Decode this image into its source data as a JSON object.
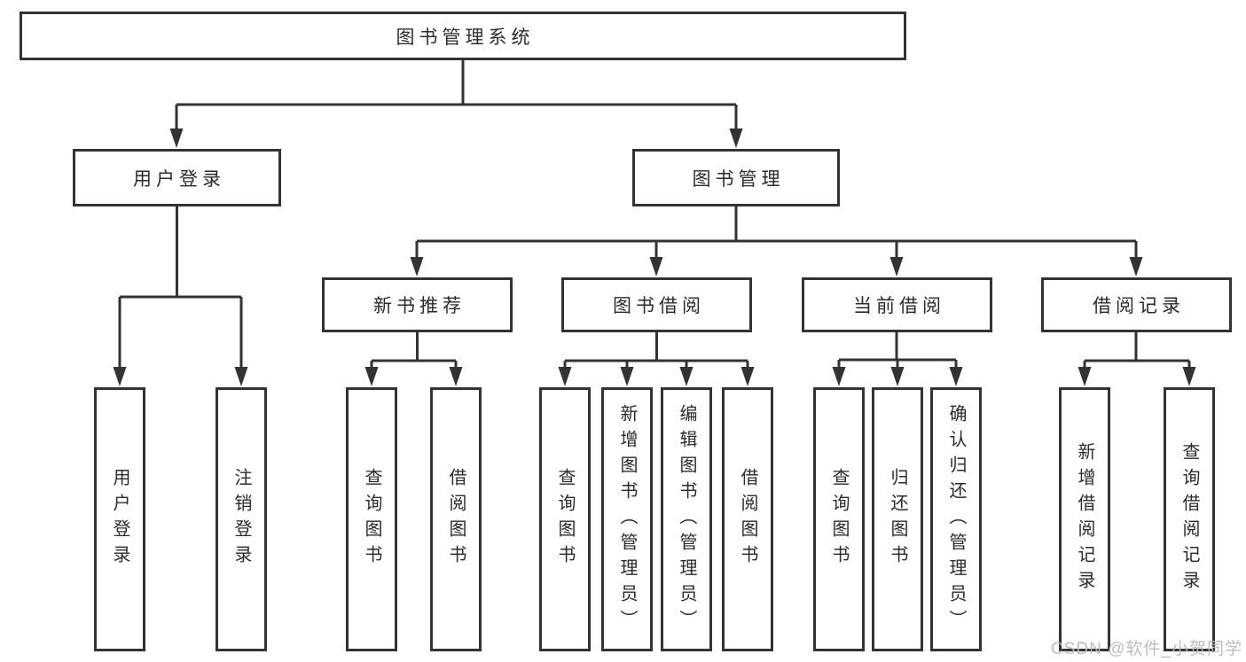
{
  "diagram": {
    "root": {
      "label": "图书管理系统"
    },
    "level1": [
      {
        "label": "用户登录"
      },
      {
        "label": "图书管理"
      }
    ],
    "level2": [
      {
        "label": "新书推荐"
      },
      {
        "label": "图书借阅"
      },
      {
        "label": "当前借阅"
      },
      {
        "label": "借阅记录"
      }
    ],
    "leaves": {
      "user_login": [
        "用户登录",
        "注销登录"
      ],
      "new_book": [
        "查询图书",
        "借阅图书"
      ],
      "borrow": [
        "查询图书",
        "新增图书（管理员）",
        "编辑图书（管理员）",
        "借阅图书"
      ],
      "current": [
        "查询图书",
        "归还图书",
        "确认归还（管理员）"
      ],
      "records": [
        "新增借阅记录",
        "查询借阅记录"
      ]
    }
  },
  "watermark": {
    "text": "CSDN @软件_小贺同学",
    "color": "#b9b9b9"
  },
  "colors": {
    "line": "#333333",
    "text": "#2b2b2b",
    "background": "#ffffff"
  }
}
